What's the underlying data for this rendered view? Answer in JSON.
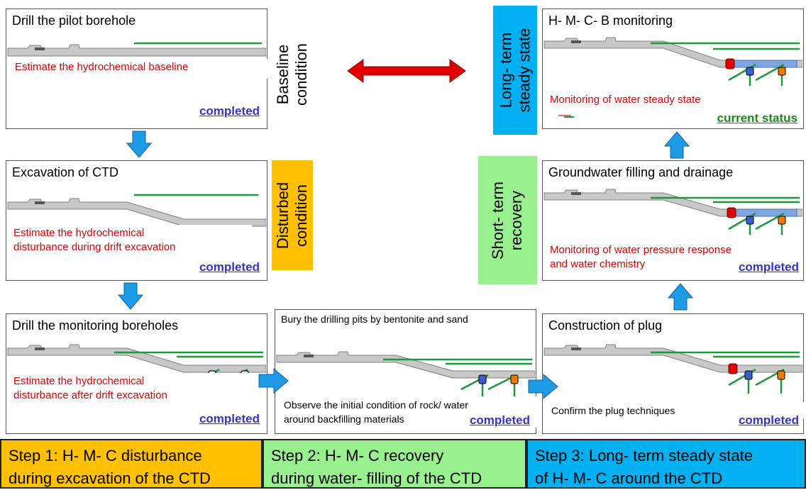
{
  "panels": {
    "pilot": {
      "title": "Drill the pilot borehole",
      "note": "Estimate the hydrochemical  baseline",
      "status": "completed"
    },
    "excavation": {
      "title": "Excavation of CTD",
      "note_line1": "Estimate the hydrochemical",
      "note_line2": "disturbance  during drift excavation",
      "status": "completed"
    },
    "monitoring_boreholes": {
      "title": "Drill the monitoring boreholes",
      "note_line1": "Estimate the hydrochemical",
      "note_line2": "disturbance  after drift excavation",
      "status": "completed"
    },
    "bury": {
      "title": "Bury the drilling pits by bentonite  and sand",
      "note_line1": "Observe the initial condition of rock/ water",
      "note_line2": "around backfilling materials",
      "status": "completed"
    },
    "plug": {
      "title": "Construction of plug",
      "note": "Confirm the plug techniques",
      "status": "completed"
    },
    "filling": {
      "title": "Groundwater filling and drainage",
      "note_line1": "Monitoring of water pressure response",
      "note_line2": "and water chemistry",
      "status": "completed"
    },
    "hmcb": {
      "title": "H- M- C- B monitoring",
      "note": "Monitoring of water steady state",
      "status": "current status"
    }
  },
  "labels": {
    "baseline": {
      "line1": "Baseline",
      "line2": "condition"
    },
    "disturbed": {
      "line1": "Disturbed",
      "line2": "condition"
    },
    "longterm": {
      "line1": "Long- term",
      "line2": "steady state"
    },
    "shortterm": {
      "line1": "Short- term",
      "line2": "recovery"
    }
  },
  "steps": [
    {
      "line1": "Step 1: H- M- C disturbance",
      "line2": "during excavation of the CTD",
      "color": "#ffc000"
    },
    {
      "line1": "Step 2: H- M- C recovery",
      "line2": "during water- filling of the CTD",
      "color": "#99f08f"
    },
    {
      "line1": "Step 3: Long- term steady state",
      "line2": "of H- M- C around the CTD",
      "color": "#00b0f0"
    }
  ],
  "colors": {
    "label_orange": "#ffc000",
    "label_green": "#99f08f",
    "label_blue": "#00b0f0",
    "arrow_blue": "#1e9be6",
    "double_arrow_red": "#e00000"
  }
}
